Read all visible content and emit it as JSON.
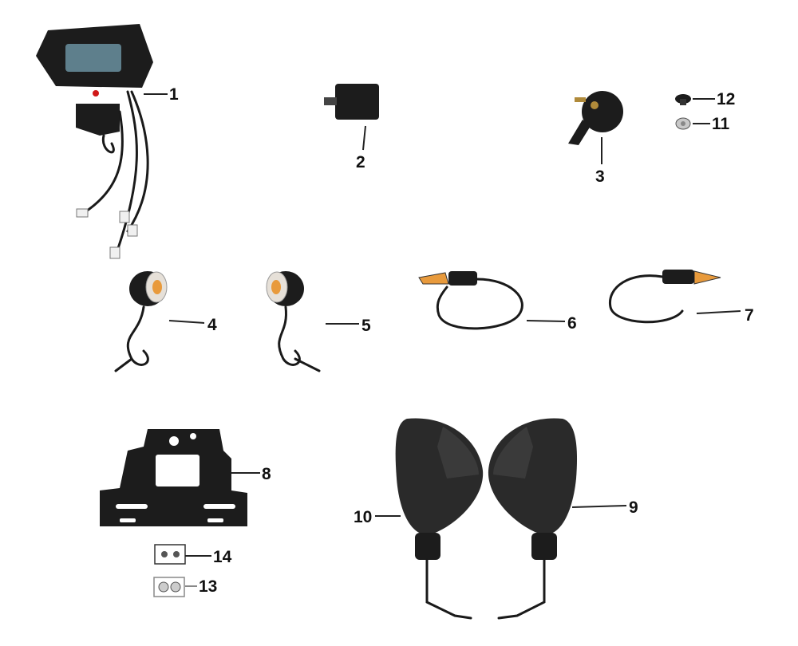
{
  "labels": {
    "speedometer": "1",
    "flasher_relay": "2",
    "horn": "3",
    "turn_signal_front_left": "4",
    "turn_signal_front_right": "5",
    "turn_signal_rear_left": "6",
    "turn_signal_rear_right": "7",
    "license_plate_bracket": "8",
    "mirror_right": "9",
    "mirror_left": "10",
    "nut": "11",
    "bolt": "12",
    "washers": "13",
    "screws": "14"
  },
  "colors": {
    "part_body": "#1c1c1c",
    "lens_amber": "#e89a3c",
    "lens_clear": "#e6e0d8",
    "screen": "#5e7f8c",
    "label_text": "#111111"
  }
}
